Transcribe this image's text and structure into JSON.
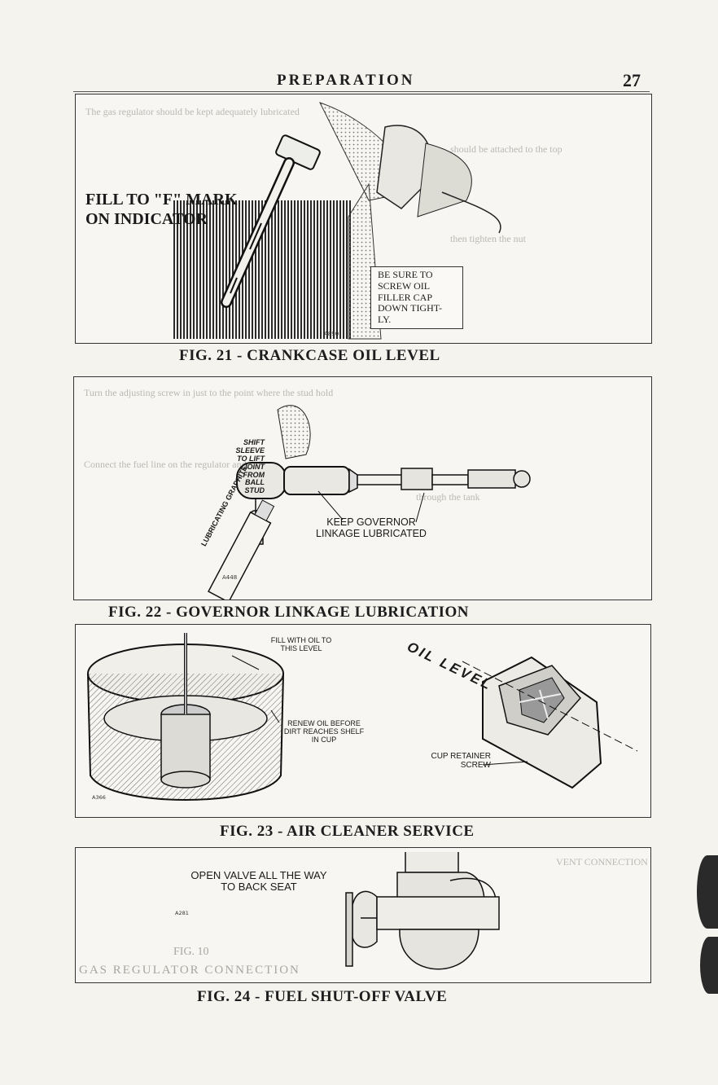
{
  "header": {
    "section_title": "PREPARATION",
    "page_number": "27"
  },
  "figures": [
    {
      "caption": "FIG. 21 - CRANKCASE OIL LEVEL",
      "labels": {
        "fill_mark": [
          "FILL TO \"F\" MARK",
          "ON INDICATOR"
        ],
        "screw_cap": [
          "BE SURE TO",
          "SCREW OIL",
          "FILLER CAP",
          "DOWN TIGHT-",
          "LY."
        ]
      },
      "ref": "A890"
    },
    {
      "caption": "FIG. 22 - GOVERNOR LINKAGE LUBRICATION",
      "labels": {
        "shift_sleeve": [
          "SHIFT SLEEVE",
          "TO LIFT JOINT",
          "FROM",
          "BALL",
          "STUD"
        ],
        "keep_lubricated": [
          "KEEP GOVERNOR",
          "LINKAGE LUBRICATED"
        ],
        "graphite": "LUBRICATING GRAPHITE"
      },
      "ref": "A448"
    },
    {
      "caption": "FIG. 23 - AIR CLEANER SERVICE",
      "labels": {
        "fill_oil": [
          "FILL WITH OIL TO",
          "THIS LEVEL"
        ],
        "renew_oil": [
          "RENEW OIL BEFORE",
          "DIRT REACHES SHELF",
          "IN CUP"
        ],
        "oil_level": "OIL LEVEL",
        "cup_screw": [
          "CUP RETAINER",
          "SCREW"
        ]
      },
      "ref": "A366"
    },
    {
      "caption": "FIG. 24 - FUEL SHUT-OFF VALVE",
      "labels": {
        "open_valve": [
          "OPEN VALVE ALL THE WAY",
          "TO BACK SEAT"
        ],
        "ghost_fig": "FIG. 10",
        "ghost_caption": "GAS REGULATOR CONNECTION"
      },
      "ref": "A281"
    }
  ]
}
